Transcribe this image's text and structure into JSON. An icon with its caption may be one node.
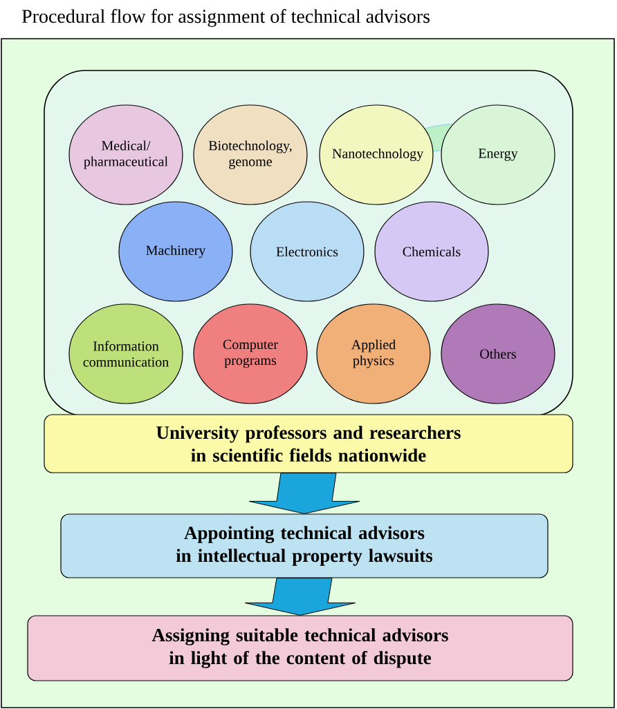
{
  "diagram": {
    "title": "Procedural flow for assignment of technical advisors",
    "nodes": [
      {
        "text": [],
        "shape": "box"
      },
      {
        "text": [
          "Medical/ pharmaceutical"
        ],
        "in": 0
      },
      {
        "text": [
          "Biotechnology, genome"
        ],
        "in": 0
      },
      {
        "text": [
          "Nanotechnology"
        ],
        "in": 0
      },
      {
        "text": [
          "Energy"
        ],
        "in": 0
      },
      {
        "text": [
          "Machinery"
        ],
        "in": 0
      },
      {
        "text": [
          "Electronics"
        ],
        "in": 0
      },
      {
        "text": [
          "Chemicals"
        ],
        "in": 0
      },
      {
        "text": [
          "Information communication"
        ],
        "in": 0
      },
      {
        "text": [
          "Computer programs"
        ],
        "in": 0
      },
      {
        "text": [
          "Applied physics"
        ],
        "in": 0
      },
      {
        "text": [
          "Others"
        ],
        "in": 0
      },
      {
        "text": [
          "University professors and researchers in scientific fields nationwide"
        ]
      },
      {
        "text": [
          "Appointing technical advisors in intellectual property lawsuits"
        ]
      },
      {
        "text": [
          "Assigning suitable technical advisors in light of the content of dispute"
        ]
      }
    ],
    "edges": [
      {
        "from": 12,
        "to": 13,
        "arrow": "to"
      },
      {
        "from": 13,
        "to": 14,
        "arrow": "to"
      }
    ]
  }
}
